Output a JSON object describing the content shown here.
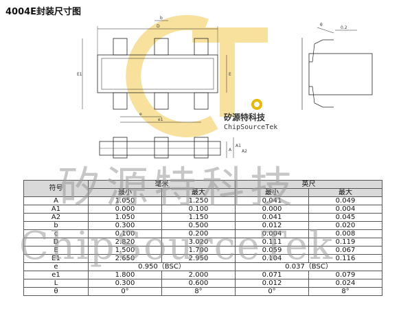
{
  "title": "4004E封装尺寸图",
  "brand": {
    "cn": "矽源特科技",
    "en": "ChipSourceTek"
  },
  "watermark": {
    "cn": "矽源特科技",
    "en": "ChipSourceTek"
  },
  "drawing_labels": {
    "top_width": "D",
    "top_width2": "b",
    "side_e1": "E1",
    "side_e": "E",
    "pitch": "e",
    "pitch2": "e1",
    "side_theta": "θ",
    "side_c": "0.2",
    "front_a": "A",
    "front_a1": "A1",
    "front_a2": "A2"
  },
  "table": {
    "head": {
      "symbol": "符号",
      "mm": "毫米",
      "inch": "英尺",
      "min": "最小",
      "max": "最大"
    },
    "rows": [
      {
        "sym": "A",
        "mm_min": "1.050",
        "mm_max": "1.250",
        "in_min": "0.041",
        "in_max": "0.049"
      },
      {
        "sym": "A1",
        "mm_min": "0.000",
        "mm_max": "0.100",
        "in_min": "0.000",
        "in_max": "0.004"
      },
      {
        "sym": "A2",
        "mm_min": "1.050",
        "mm_max": "1.150",
        "in_min": "0.041",
        "in_max": "0.045"
      },
      {
        "sym": "b",
        "mm_min": "0.300",
        "mm_max": "0.500",
        "in_min": "0.012",
        "in_max": "0.020"
      },
      {
        "sym": "c",
        "mm_min": "0.100",
        "mm_max": "0.200",
        "in_min": "0.004",
        "in_max": "0.008"
      },
      {
        "sym": "D",
        "mm_min": "2.820",
        "mm_max": "3.020",
        "in_min": "0.111",
        "in_max": "0.119"
      },
      {
        "sym": "E",
        "mm_min": "1.500",
        "mm_max": "1.700",
        "in_min": "0.059",
        "in_max": "0.067"
      },
      {
        "sym": "E1",
        "mm_min": "2.650",
        "mm_max": "2.950",
        "in_min": "0.104",
        "in_max": "0.116"
      },
      {
        "sym": "e",
        "mm_span": "0.950（BSC）",
        "in_span": "0.037（BSC）"
      },
      {
        "sym": "e1",
        "mm_min": "1.800",
        "mm_max": "2.000",
        "in_min": "0.071",
        "in_max": "0.079"
      },
      {
        "sym": "L",
        "mm_min": "0.300",
        "mm_max": "0.600",
        "in_min": "0.012",
        "in_max": "0.024"
      },
      {
        "sym": "θ",
        "mm_min": "0°",
        "mm_max": "8°",
        "in_min": "0°",
        "in_max": "8°"
      }
    ]
  }
}
